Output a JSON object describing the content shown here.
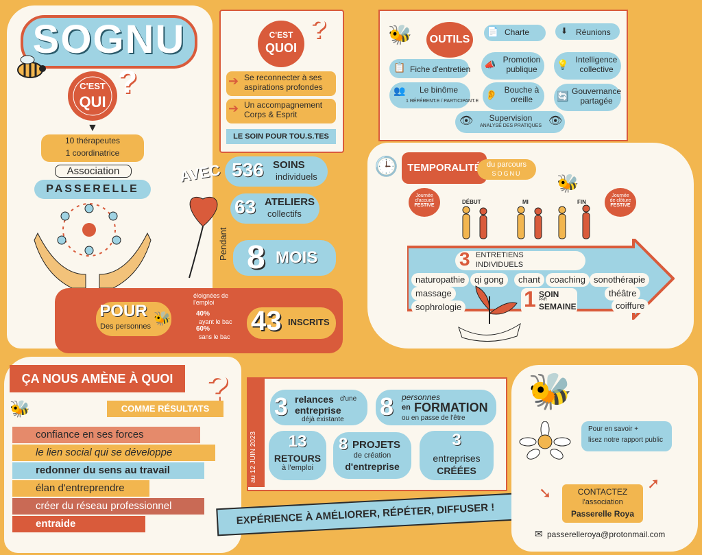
{
  "title": "SOGNU",
  "qui": {
    "cest": "C'EST",
    "qui": "QUI",
    "q": "?",
    "therapeutes": "10 thérapeutes",
    "coordinatrice": "1 coordinatrice",
    "association": "Association",
    "passerelle": "PASSERELLE"
  },
  "quoi": {
    "cest": "C'EST",
    "quoi": "QUOI",
    "q": "?",
    "items": [
      "Se reconnecter à ses aspirations profondes",
      "Un accompagnement Corps & Esprit"
    ],
    "soin": "LE SOIN POUR TOU.S.TES"
  },
  "avec": {
    "label": "AVEC",
    "soins_num": "536",
    "soins_label": "SOINS",
    "soins_sub": "individuels",
    "ateliers_num": "63",
    "ateliers_label": "ATELIERS",
    "ateliers_sub": "collectifs",
    "pendant": "Pendant",
    "mois_num": "8",
    "mois_label": "MOIS"
  },
  "pour": {
    "label": "POUR",
    "sub": "Des personnes",
    "bullets": [
      "éloignées de l'emploi",
      "40%",
      "ayant le bac",
      "60%",
      "sans le bac"
    ],
    "inscrits_num": "43",
    "inscrits_label": "INSCRITS"
  },
  "outils": {
    "title": "OUTILS",
    "items": [
      "Charte",
      "Réunions",
      "Fiche d'entretien",
      "Promotion publique",
      "Intelligence collective",
      "Le binôme",
      "1 RÉFÉRENT.E / PARTICIPANT.E",
      "Bouche à oreille",
      "Gouvernance partagée",
      "Supervision",
      "ANALYSE DES PRATIQUES"
    ]
  },
  "temporalite": {
    "title": "TEMPORALITÉ",
    "sub": "du parcours",
    "sub2": "SOGNU",
    "accueil": [
      "Journée",
      "d'accueil",
      "FESTIVE"
    ],
    "cloture": [
      "Journée",
      "de clôture",
      "FESTIVE"
    ],
    "debut": "DÉBUT",
    "mi": "MI",
    "fin": "FIN",
    "entretiens_num": "3",
    "entretiens": "ENTRETIENS",
    "individuels": "INDIVIDUELS",
    "soins": [
      "naturopathie",
      "qi gong",
      "chant",
      "coaching",
      "sonothérapie",
      "massage",
      "théâtre",
      "sophrologie",
      "coiffure"
    ],
    "soin_num": "1",
    "soin_label": "SOIN",
    "par": "PAR",
    "semaine": "SEMAINE"
  },
  "amene": {
    "title": "ÇA NOUS AMÈNE À QUOI",
    "q": "?",
    "resultats": "COMME RÉSULTATS",
    "lines": [
      "confiance en ses forces",
      "le lien social qui se développe",
      "redonner du sens au travail",
      "élan d'entreprendre",
      "créer du réseau professionnel",
      "entraide"
    ]
  },
  "stats": {
    "date": "au 12 JUIN 2023",
    "relances_num": "3",
    "relances_a": "relances",
    "relances_b": "d'une",
    "relances_c": "entreprise",
    "relances_d": "déjà existante",
    "formation_num": "8",
    "formation_a": "personnes",
    "formation_b": "en",
    "formation_c": "FORMATION",
    "formation_d": "ou en passe de l'être",
    "retours_num": "13",
    "retours_a": "RETOURS",
    "retours_b": "à l'emploi",
    "projets_num": "8",
    "projets_a": "PROJETS",
    "projets_b": "de création",
    "projets_c": "d'entreprise",
    "entreprises_num": "3",
    "entreprises_a": "entreprises",
    "entreprises_b": "CRÉÉES"
  },
  "banner": "EXPÉRIENCE À AMÉLIORER, RÉPÉTER, DIFFUSER !",
  "savoir": [
    "Pour en savoir +",
    "lisez notre rapport public"
  ],
  "contact": {
    "title": "CONTACTEZ",
    "sub": "l'association",
    "name": "Passerelle Roya",
    "email": "passerelleroya@protonmail.com"
  },
  "colors": {
    "red": "#d95b3b",
    "blue": "#9fd3e3",
    "orange": "#f2b64f",
    "cream": "#fbf7ee"
  }
}
